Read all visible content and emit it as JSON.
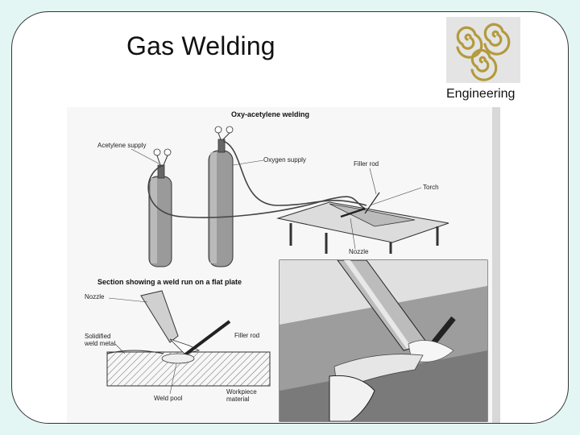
{
  "slide": {
    "title": "Gas Welding",
    "logo_caption": "Engineering",
    "logo_icon": "triple-spiral-logo-icon"
  },
  "diagram": {
    "heading": "Oxy-acetylene welding",
    "labels": {
      "acetylene_supply": "Acetylene supply",
      "oxygen_supply": "Oxygen supply",
      "filler_rod": "Filler rod",
      "torch": "Torch",
      "nozzle": "Nozzle"
    }
  },
  "section": {
    "heading": "Section showing a weld run on a flat plate",
    "labels": {
      "nozzle": "Nozzle",
      "solidified_weld_metal_1": "Solidified",
      "solidified_weld_metal_2": "weld metal",
      "filler_rod": "Filler rod",
      "weld_pool": "Weld pool",
      "workpiece_1": "Workpiece",
      "workpiece_2": "material"
    }
  },
  "colors": {
    "background": "#e3f6f4",
    "logo_gold": "#b39a3c"
  }
}
